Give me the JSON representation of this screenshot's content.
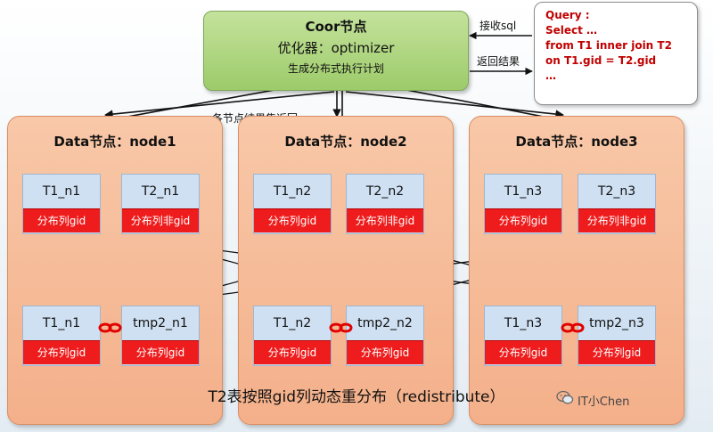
{
  "coor": {
    "title": "Coor节点",
    "optimizer": "优化器：optimizer",
    "plan": "生成分布式执行计划"
  },
  "query": {
    "lines": [
      "Query :",
      "Select …",
      "from T1 inner join T2",
      "on T1.gid = T2.gid",
      "…"
    ]
  },
  "labels": {
    "receive_sql": "接收sql",
    "return_result": "返回结果",
    "node_results": "各节点结果集返回"
  },
  "nodes": [
    {
      "title": "Data节点：node1",
      "top_tables": [
        {
          "name": "T1_n1",
          "dist": "分布列gid"
        },
        {
          "name": "T2_n1",
          "dist": "分布列非gid"
        }
      ],
      "bottom_tables": [
        {
          "name": "T1_n1",
          "dist": "分布列gid"
        },
        {
          "name": "tmp2_n1",
          "dist": "分布列gid"
        }
      ]
    },
    {
      "title": "Data节点：node2",
      "top_tables": [
        {
          "name": "T1_n2",
          "dist": "分布列gid"
        },
        {
          "name": "T2_n2",
          "dist": "分布列非gid"
        }
      ],
      "bottom_tables": [
        {
          "name": "T1_n2",
          "dist": "分布列gid"
        },
        {
          "name": "tmp2_n2",
          "dist": "分布列gid"
        }
      ]
    },
    {
      "title": "Data节点：node3",
      "top_tables": [
        {
          "name": "T1_n3",
          "dist": "分布列gid"
        },
        {
          "name": "T2_n3",
          "dist": "分布列非gid"
        }
      ],
      "bottom_tables": [
        {
          "name": "T1_n3",
          "dist": "分布列gid"
        },
        {
          "name": "tmp2_n3",
          "dist": "分布列gid"
        }
      ]
    }
  ],
  "caption": "T2表按照gid列动态重分布（redistribute）",
  "watermark": "IT小Chen",
  "colors": {
    "coor_fill": "#9dcb6a",
    "node_fill": "#f4b08a",
    "table_fill": "#cfe0f2",
    "dist_fill": "#ee1c1c",
    "query_text": "#c00000"
  }
}
